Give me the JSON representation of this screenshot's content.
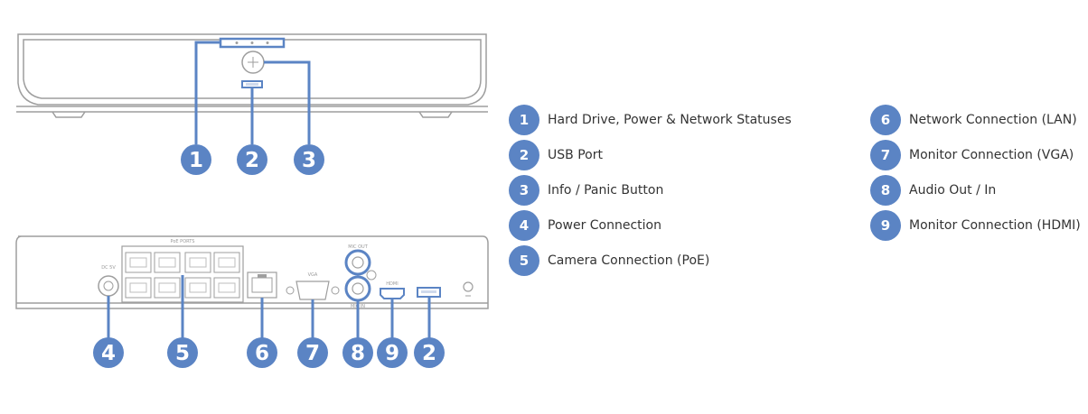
{
  "colors": {
    "accent": "#5b84c4",
    "outline": "#9e9e9e",
    "text": "#333333"
  },
  "panel_labels": {
    "poe_ports": "PoE PORTS",
    "dc": "DC 5V",
    "vga": "VGA",
    "mic_out": "MIC OUT",
    "mic_in": "MIC IN",
    "hdmi": "HDMI"
  },
  "callouts": {
    "front": [
      "1",
      "2",
      "3"
    ],
    "back": [
      "4",
      "5",
      "6",
      "7",
      "8",
      "9",
      "2"
    ]
  },
  "legend": [
    {
      "number": "1",
      "label": "Hard Drive, Power & Network Statuses"
    },
    {
      "number": "2",
      "label": "USB Port"
    },
    {
      "number": "3",
      "label": "Info / Panic Button"
    },
    {
      "number": "4",
      "label": "Power Connection"
    },
    {
      "number": "5",
      "label": "Camera Connection (PoE)"
    },
    {
      "number": "6",
      "label": "Network Connection (LAN)"
    },
    {
      "number": "7",
      "label": "Monitor Connection (VGA)"
    },
    {
      "number": "8",
      "label": "Audio Out / In"
    },
    {
      "number": "9",
      "label": "Monitor Connection (HDMI)"
    }
  ]
}
